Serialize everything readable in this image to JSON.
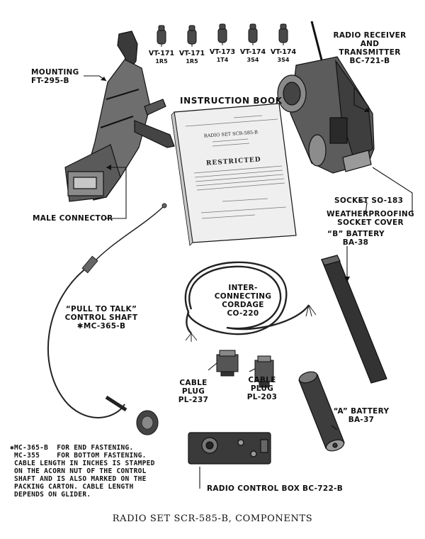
{
  "labels": {
    "mounting": [
      "MOUNTING",
      "FT-295-B"
    ],
    "male_connector": "MALE CONNECTOR",
    "radio_rt": [
      "RADIO RECEIVER",
      "AND",
      "TRANSMITTER",
      "BC-721-B"
    ],
    "socket": "SOCKET SO-183",
    "weatherproofing": [
      "WEATHERPROOFING",
      "SOCKET COVER"
    ],
    "b_battery": [
      "“B” BATTERY",
      "BA-38"
    ],
    "a_battery": [
      "“A” BATTERY",
      "BA-37"
    ],
    "cordage": [
      "INTER-",
      "CONNECTING",
      "CORDAGE",
      "CO-220"
    ],
    "pull_to_talk": [
      "“PULL TO TALK”",
      "CONTROL SHAFT",
      "✱MC-365-B"
    ],
    "plug_237": [
      "CABLE",
      "PLUG",
      "PL-237"
    ],
    "plug_203": [
      "CABLE",
      "PLUG",
      "PL-203"
    ],
    "control_box": "RADIO CONTROL BOX BC-722-B"
  },
  "tubes": [
    {
      "type": "VT-171",
      "code": "1R5"
    },
    {
      "type": "VT-171",
      "code": "1R5"
    },
    {
      "type": "VT-173",
      "code": "1T4"
    },
    {
      "type": "VT-174",
      "code": "3S4"
    },
    {
      "type": "VT-174",
      "code": "3S4"
    }
  ],
  "instruction_book": {
    "heading": "INSTRUCTION BOOK",
    "cover_title": "RADIO SET SCR-585-B",
    "stamp": "RESTRICTED"
  },
  "footnote": "✱MC-365-B  FOR END FASTENING.\n MC-355    FOR BOTTOM FASTENING.\n CABLE LENGTH IN INCHES IS STAMPED\n ON THE ACORN NUT OF THE CONTROL\n SHAFT AND IS ALSO MARKED ON THE\n PACKING CARTON. CABLE LENGTH\n DEPENDS ON GLIDER.",
  "caption": "RADIO SET SCR-585-B, COMPONENTS"
}
